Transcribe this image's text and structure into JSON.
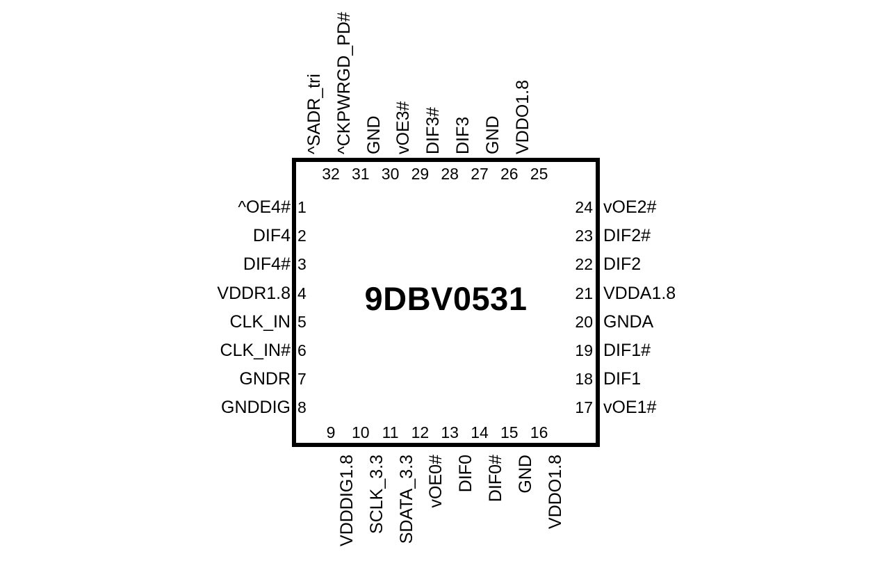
{
  "chip": {
    "part_number": "9DBV0531",
    "package_pin_count": 32,
    "outline_color": "#000000",
    "background_color": "#ffffff",
    "text_color": "#000000"
  },
  "pins": {
    "left": [
      {
        "number": "1",
        "label": "^OE4#"
      },
      {
        "number": "2",
        "label": "DIF4"
      },
      {
        "number": "3",
        "label": "DIF4#"
      },
      {
        "number": "4",
        "label": "VDDR1.8"
      },
      {
        "number": "5",
        "label": "CLK_IN"
      },
      {
        "number": "6",
        "label": "CLK_IN#"
      },
      {
        "number": "7",
        "label": "GNDR"
      },
      {
        "number": "8",
        "label": "GNDDIG"
      }
    ],
    "bottom": [
      {
        "number": "9",
        "label": "VDDDIG1.8"
      },
      {
        "number": "10",
        "label": "SCLK_3.3"
      },
      {
        "number": "11",
        "label": "SDATA_3.3"
      },
      {
        "number": "12",
        "label": "vOE0#"
      },
      {
        "number": "13",
        "label": "DIF0"
      },
      {
        "number": "14",
        "label": "DIF0#"
      },
      {
        "number": "15",
        "label": "GND"
      },
      {
        "number": "16",
        "label": "VDDO1.8"
      }
    ],
    "right": [
      {
        "number": "24",
        "label": "vOE2#"
      },
      {
        "number": "23",
        "label": "DIF2#"
      },
      {
        "number": "22",
        "label": "DIF2"
      },
      {
        "number": "21",
        "label": "VDDA1.8"
      },
      {
        "number": "20",
        "label": "GNDA"
      },
      {
        "number": "19",
        "label": "DIF1#"
      },
      {
        "number": "18",
        "label": "DIF1"
      },
      {
        "number": "17",
        "label": "vOE1#"
      }
    ],
    "top": [
      {
        "number": "32",
        "label": "^SADR_tri"
      },
      {
        "number": "31",
        "label": "^CKPWRGD_PD#"
      },
      {
        "number": "30",
        "label": "GND"
      },
      {
        "number": "29",
        "label": "vOE3#"
      },
      {
        "number": "28",
        "label": "DIF3#"
      },
      {
        "number": "27",
        "label": "DIF3"
      },
      {
        "number": "26",
        "label": "GND"
      },
      {
        "number": "25",
        "label": "VDDO1.8"
      }
    ]
  }
}
